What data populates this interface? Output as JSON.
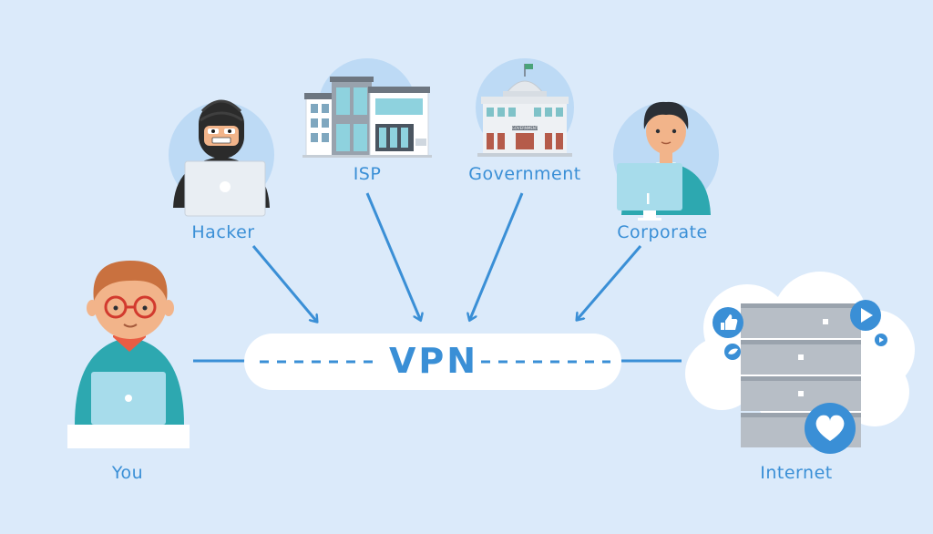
{
  "diagram": {
    "center_label": "VPN",
    "nodes": {
      "you": {
        "label": "You"
      },
      "hacker": {
        "label": "Hacker"
      },
      "isp": {
        "label": "ISP"
      },
      "government": {
        "label": "Government",
        "sign_text": "GOVERNMENT"
      },
      "corporate": {
        "label": "Corporate"
      },
      "internet": {
        "label": "Internet"
      }
    }
  },
  "colors": {
    "background": "#dbeafa",
    "accent": "#3a8fd6",
    "label_text": "#3a8fd6",
    "tunnel": "#ffffff",
    "circle": "#bddaf5"
  },
  "icons": {
    "you": "user-with-laptop-icon",
    "hacker": "hacker-with-laptop-icon",
    "isp": "isp-building-icon",
    "government": "government-building-icon",
    "corporate": "office-worker-icon",
    "internet": "server-cloud-icon"
  }
}
